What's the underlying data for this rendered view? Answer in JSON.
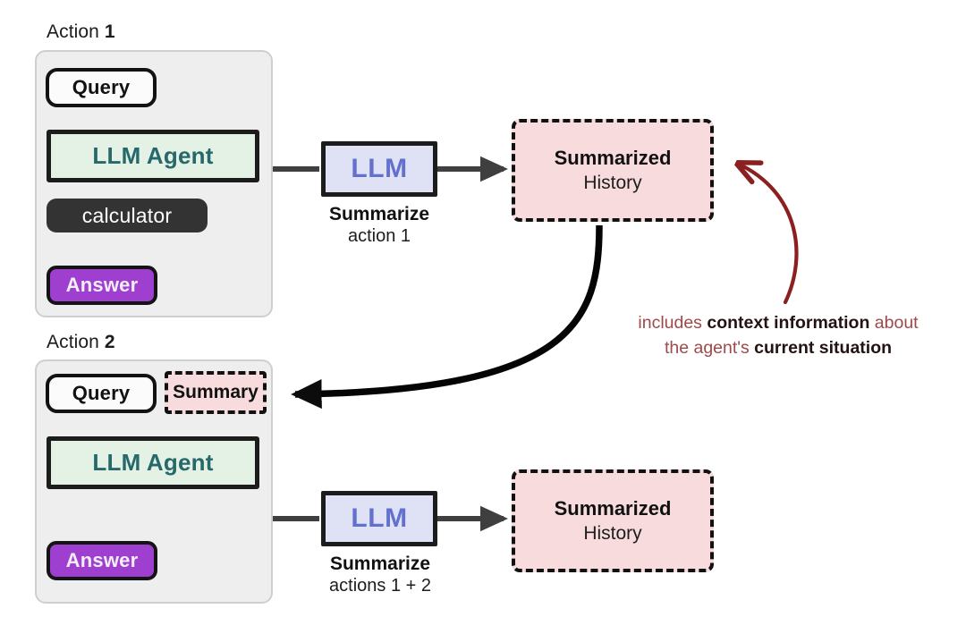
{
  "diagram": {
    "title_prefix": "Action",
    "colors": {
      "panel_bg": "#eeeeee",
      "agent_green": "#e4f1e5",
      "agent_text": "#27686b",
      "llm_lavender": "#dfe2f4",
      "llm_text": "#6370cd",
      "history_pink": "#f8dcdd",
      "answer_purple": "#9f3fd0",
      "tool_dark": "#333333",
      "annotation_red": "#9e4a4a",
      "feedback_arrow": "#8b2020",
      "stroke_dark": "#3a3a3a"
    }
  },
  "action1": {
    "title_label": "Action",
    "title_number": "1",
    "query_label": "Query",
    "agent_label": "LLM Agent",
    "tool_label": "calculator",
    "answer_label": "Answer",
    "llm_label": "LLM",
    "llm_caption_bold": "Summarize",
    "llm_caption_sub": "action 1",
    "history_title": "Summarized",
    "history_sub": "History"
  },
  "action2": {
    "title_label": "Action",
    "title_number": "2",
    "query_label": "Query",
    "summary_label": "Summary",
    "agent_label": "LLM Agent",
    "answer_label": "Answer",
    "llm_label": "LLM",
    "llm_caption_bold": "Summarize",
    "llm_caption_sub": "actions 1 + 2",
    "history_title": "Summarized",
    "history_sub": "History"
  },
  "annotation": {
    "line1_part1": "includes ",
    "line1_bold": "context information",
    "line1_part2": " about",
    "line2_part1": "the agent's ",
    "line2_bold": "current situation"
  },
  "icons": {
    "flow_arrow": "arrow-down-icon",
    "feed_arrow": "curved-feedback-arrow-icon"
  }
}
